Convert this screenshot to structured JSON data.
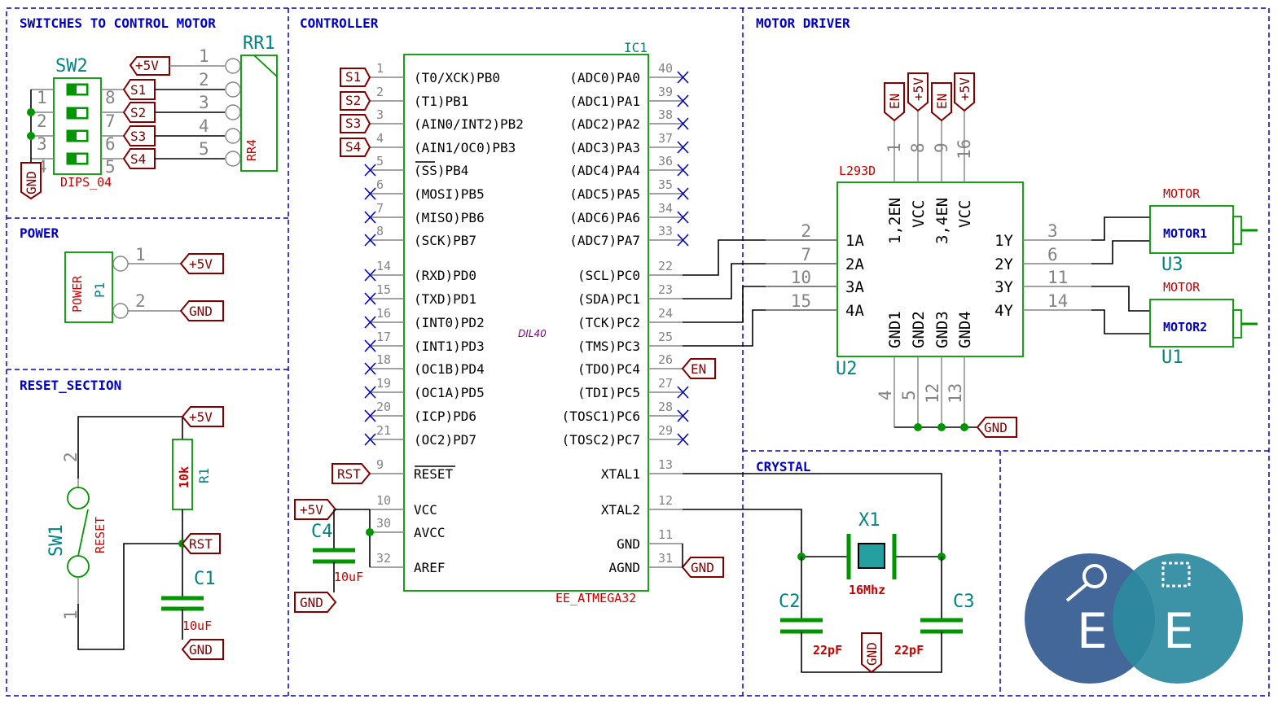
{
  "sections": {
    "switches": "SWITCHES TO CONTROL MOTOR",
    "power": "POWER",
    "reset": "RESET_SECTION",
    "controller": "CONTROLLER",
    "driver": "MOTOR DRIVER",
    "crystal": "CRYSTAL"
  },
  "sw2": {
    "ref": "SW2",
    "value": "DIPS_04",
    "left_pins": [
      "1",
      "2",
      "3",
      "4"
    ],
    "right_pins": [
      "8",
      "7",
      "6",
      "5"
    ],
    "labels": [
      "S1",
      "S2",
      "S3",
      "S4"
    ]
  },
  "rr1": {
    "ref": "RR1",
    "value": "RR4",
    "pins": [
      "1",
      "2",
      "3",
      "4",
      "5"
    ]
  },
  "power_conn": {
    "ref": "P1",
    "value": "POWER",
    "pins": [
      "1",
      "2"
    ]
  },
  "reset": {
    "sw_ref": "SW1",
    "sw_value": "RESET",
    "sw_pins": [
      "2",
      "1"
    ],
    "r_ref": "R1",
    "r_value": "10k",
    "c_ref": "C1",
    "c_value": "10uF"
  },
  "mcu": {
    "ref": "IC1",
    "value": "EE_ATMEGA32",
    "package": "DIL40",
    "left_pins": [
      {
        "num": "1",
        "name": "(T0/XCK)PB0",
        "net": "S1"
      },
      {
        "num": "2",
        "name": "(T1)PB1",
        "net": "S2"
      },
      {
        "num": "3",
        "name": "(AIN0/INT2)PB2",
        "net": "S3"
      },
      {
        "num": "4",
        "name": "(AIN1/OC0)PB3",
        "net": "S4"
      },
      {
        "num": "5",
        "name": "(SS)PB4",
        "net": ""
      },
      {
        "num": "6",
        "name": "(MOSI)PB5",
        "net": ""
      },
      {
        "num": "7",
        "name": "(MISO)PB6",
        "net": ""
      },
      {
        "num": "8",
        "name": "(SCK)PB7",
        "net": ""
      },
      {
        "num": "14",
        "name": "(RXD)PD0",
        "net": ""
      },
      {
        "num": "15",
        "name": "(TXD)PD1",
        "net": ""
      },
      {
        "num": "16",
        "name": "(INT0)PD2",
        "net": ""
      },
      {
        "num": "17",
        "name": "(INT1)PD3",
        "net": ""
      },
      {
        "num": "18",
        "name": "(OC1B)PD4",
        "net": ""
      },
      {
        "num": "19",
        "name": "(OC1A)PD5",
        "net": ""
      },
      {
        "num": "20",
        "name": "(ICP)PD6",
        "net": ""
      },
      {
        "num": "21",
        "name": "(OC2)PD7",
        "net": ""
      },
      {
        "num": "9",
        "name": "RESET",
        "net": "RST"
      },
      {
        "num": "10",
        "name": "VCC",
        "net": "+5V"
      },
      {
        "num": "30",
        "name": "AVCC",
        "net": ""
      },
      {
        "num": "32",
        "name": "AREF",
        "net": ""
      }
    ],
    "right_pins": [
      {
        "num": "40",
        "name": "(ADC0)PA0"
      },
      {
        "num": "39",
        "name": "(ADC1)PA1"
      },
      {
        "num": "38",
        "name": "(ADC2)PA2"
      },
      {
        "num": "37",
        "name": "(ADC3)PA3"
      },
      {
        "num": "36",
        "name": "(ADC4)PA4"
      },
      {
        "num": "35",
        "name": "(ADC5)PA5"
      },
      {
        "num": "34",
        "name": "(ADC6)PA6"
      },
      {
        "num": "33",
        "name": "(ADC7)PA7"
      },
      {
        "num": "22",
        "name": "(SCL)PC0"
      },
      {
        "num": "23",
        "name": "(SDA)PC1"
      },
      {
        "num": "24",
        "name": "(TCK)PC2"
      },
      {
        "num": "25",
        "name": "(TMS)PC3"
      },
      {
        "num": "26",
        "name": "(TDO)PC4"
      },
      {
        "num": "27",
        "name": "(TDI)PC5"
      },
      {
        "num": "28",
        "name": "(TOSC1)PC6"
      },
      {
        "num": "29",
        "name": "(TOSC2)PC7"
      },
      {
        "num": "13",
        "name": "XTAL1"
      },
      {
        "num": "12",
        "name": "XTAL2"
      },
      {
        "num": "11",
        "name": "GND"
      },
      {
        "num": "31",
        "name": "AGND"
      }
    ],
    "c4_ref": "C4",
    "c4_value": "10uF"
  },
  "driver": {
    "ref": "U2",
    "value": "L293D",
    "top_pins": [
      {
        "num": "1",
        "name": "1,2EN",
        "net": "EN"
      },
      {
        "num": "8",
        "name": "VCC",
        "net": "+5V"
      },
      {
        "num": "9",
        "name": "3,4EN",
        "net": "EN"
      },
      {
        "num": "16",
        "name": "VCC",
        "net": "+5V"
      }
    ],
    "left_pins": [
      {
        "num": "2",
        "name": "1A"
      },
      {
        "num": "7",
        "name": "2A"
      },
      {
        "num": "10",
        "name": "3A"
      },
      {
        "num": "15",
        "name": "4A"
      }
    ],
    "right_pins": [
      {
        "num": "3",
        "name": "1Y"
      },
      {
        "num": "6",
        "name": "2Y"
      },
      {
        "num": "11",
        "name": "3Y"
      },
      {
        "num": "14",
        "name": "4Y"
      }
    ],
    "bottom_pins": [
      {
        "num": "4",
        "name": "GND1"
      },
      {
        "num": "5",
        "name": "GND2"
      },
      {
        "num": "12",
        "name": "GND3"
      },
      {
        "num": "13",
        "name": "GND4"
      }
    ]
  },
  "motors": [
    {
      "ref": "U3",
      "value": "MOTOR",
      "name": "MOTOR1"
    },
    {
      "ref": "U1",
      "value": "MOTOR",
      "name": "MOTOR2"
    }
  ],
  "crystal": {
    "ref": "X1",
    "value": "16Mhz",
    "c2_ref": "C2",
    "c2_value": "22pF",
    "c3_ref": "C3",
    "c3_value": "22pF"
  },
  "nets": {
    "vcc": "+5V",
    "gnd": "GND",
    "rst": "RST",
    "en": "EN"
  },
  "logo": {
    "letters": [
      "E",
      "E"
    ],
    "colors": [
      "#3e6496",
      "#2b8aa0"
    ]
  },
  "colors": {
    "frame": "#0000c8",
    "wire": "#000000",
    "body": "#009600",
    "reference": "#008484",
    "value": "#c80000",
    "label": "#840000",
    "pin": "#848484"
  }
}
